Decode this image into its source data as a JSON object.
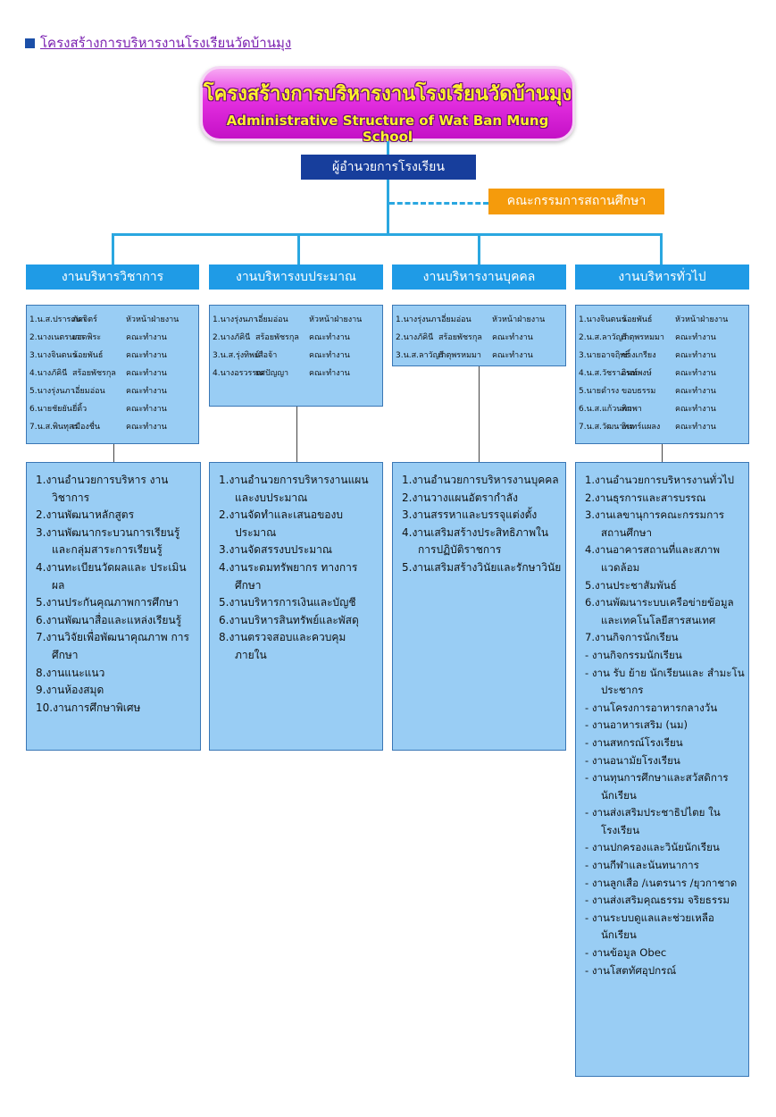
{
  "page_heading": "โครงสร้างการบริหารงานโรงเรียนวัดบ้านมุง",
  "banner": {
    "title_th": "โครงสร้างการบริหารงานโรงเรียนวัดบ้านมุง",
    "title_en": "Administrative Structure of Wat Ban Mung School"
  },
  "director": "ผู้อำนวยการโรงเรียน",
  "board": "คณะกรรมการสถานศึกษา",
  "colors": {
    "director": "#173e9c",
    "board": "#f59b0c",
    "dept_header": "#1f9be6",
    "box_fill": "#99cdf4",
    "connector": "#2aa7e0",
    "banner": "#e42fe0"
  },
  "departments": [
    {
      "name": "งานบริหารวิชาการ",
      "staff": [
        [
          "1.น.ส.ปรารถนา",
          "ภัคจิตร์",
          "หัวหน้าฝ่ายงาน"
        ],
        [
          "2.นางเนตรนภา",
          "ยอดพิระ",
          "คณะทำงาน"
        ],
        [
          "3.นางจินตนา",
          "น้อยพันธ์",
          "คณะทำงาน"
        ],
        [
          "4.นางภัคินี",
          "สร้อยพัชรกุล",
          "คณะทำงาน"
        ],
        [
          "5.นางรุ่งนภา",
          "เอี่ยมอ่อน",
          "คณะทำงาน"
        ],
        [
          "6.นายชัยยัน",
          "ยี่ติ้ว",
          "คณะทำงาน"
        ],
        [
          "7.น.ส.พินทุสร",
          "เมืองชื่น",
          "คณะทำงาน"
        ]
      ],
      "tasks": [
        "1.งานอำนวยการบริหาร งานวิชาการ",
        "2.งานพัฒนาหลักสูตร",
        "3.งานพัฒนากระบวนการเรียนรู้ และกลุ่มสาระการเรียนรู้",
        "4.งานทะเบียนวัดผลและ ประเมินผล",
        "5.งานประกันคุณภาพการศึกษา",
        "6.งานพัฒนาสื่อและแหล่งเรียนรู้",
        "7.งานวิจัยเพื่อพัฒนาคุณภาพ การศึกษา",
        "8.งานแนะแนว",
        "9.งานห้องสมุด",
        "10.งานการศึกษาพิเศษ"
      ]
    },
    {
      "name": "งานบริหารงบประมาณ",
      "staff": [
        [
          "1.นางรุ่งนภา",
          "เอี่ยมอ่อน",
          "หัวหน้าฝ่ายงาน"
        ],
        [
          "2.นางภัคินี",
          "สร้อยพัชรกุล",
          "คณะทำงาน"
        ],
        [
          "3.น.ส.รุ่งทิพย์",
          "เสือจ้า",
          "คณะทำงาน"
        ],
        [
          "4.นางอรวรรณ",
          "ยศปัญญา",
          "คณะทำงาน"
        ]
      ],
      "tasks": [
        "1.งานอำนวยการบริหารงานแผน และงบประมาณ",
        "2.งานจัดทำและเสนอของบ ประมาณ",
        "3.งานจัดสรรงบประมาณ",
        "4.งานระดมทรัพยากร ทางการศึกษา",
        "5.งานบริหารการเงินและบัญชี",
        "6.งานบริหารสินทรัพย์และพัสดุ",
        "8.งานตรวจสอบและควบคุม ภายใน"
      ]
    },
    {
      "name": "งานบริหารงานบุคคล",
      "staff": [
        [
          "1.นางรุ่งนภา",
          "เอี่ยมอ่อน",
          "หัวหน้าฝ่ายงาน"
        ],
        [
          "2.นางภัคินี",
          "สร้อยพัชรกุล",
          "คณะทำงาน"
        ],
        [
          "3.น.ส.ลาวัญรี",
          "เกตุพรหมมา",
          "คณะทำงาน"
        ]
      ],
      "tasks": [
        "1.งานอำนวยการบริหารงานบุคคล",
        "2.งานวางแผนอัตรากำลัง",
        "3.งานสรรหาและบรรจุแต่งตั้ง",
        "4.งานเสริมสร้างประสิทธิภาพใน การปฏิบัติราชการ",
        "5.งานเสริมสร้างวินัยและรักษาวินัย"
      ]
    },
    {
      "name": "งานบริหารทั่วไป",
      "staff": [
        [
          "1.นางจินตนา",
          "น้อยพันธ์",
          "หัวหน้าฝ่ายงาน"
        ],
        [
          "2.น.ส.ลาวัญรี",
          "เกตุพรหมมา",
          "คณะทำงาน"
        ],
        [
          "3.นายอาจฤิทธิ์",
          "ช่างเกรียง",
          "คณะทำงาน"
        ],
        [
          "4.น.ส.วัชราภรณ์",
          "อินทพงษ์",
          "คณะทำงาน"
        ],
        [
          "5.นายดำรง",
          "ขอบธรรม",
          "คณะทำงาน"
        ],
        [
          "6.น.ส.แก้วนภา",
          "พิมพา",
          "คณะทำงาน"
        ],
        [
          "7.น.ส.วัฒนาพร",
          "อินทร์แผลง",
          "คณะทำงาน"
        ]
      ],
      "tasks": [
        "1.งานอำนวยการบริหารงานทั่วไป",
        "2.งานธุรการและสารบรรณ",
        "3.งานเลขานุการคณะกรรมการ สถานศึกษา",
        "4.งานอาคารสถานที่และสภาพ แวดล้อม",
        "5.งานประชาสัมพันธ์",
        "6.งานพัฒนาระบบเครือข่ายข้อมูล และเทคโนโลยีสารสนเทศ",
        "7.งานกิจการนักเรียน",
        "- งานกิจกรรมนักเรียน",
        "- งาน รับ ย้าย นักเรียนและ สำมะโนประชากร",
        "- งานโครงการอาหารกลางวัน",
        "- งานอาหารเสริม (นม)",
        "- งานสหกรณ์โรงเรียน",
        "- งานอนามัยโรงเรียน",
        "- งานทุนการศึกษาและสวัสดิการ นักเรียน",
        "- งานส่งเสริมประชาธิปไตย ในโรงเรียน",
        "- งานปกครองและวินัยนักเรียน",
        "- งานกีฬาและนันทนาการ",
        "- งานลูกเสือ /เนตรนาร /ยุวกาชาด",
        "- งานส่งเสริมคุณธรรม จริยธรรม",
        "- งานระบบดูแลและช่วยเหลือ นักเรียน",
        "- งานข้อมูล Obec",
        "- งานโสตทัศอุปกรณ์"
      ]
    }
  ]
}
